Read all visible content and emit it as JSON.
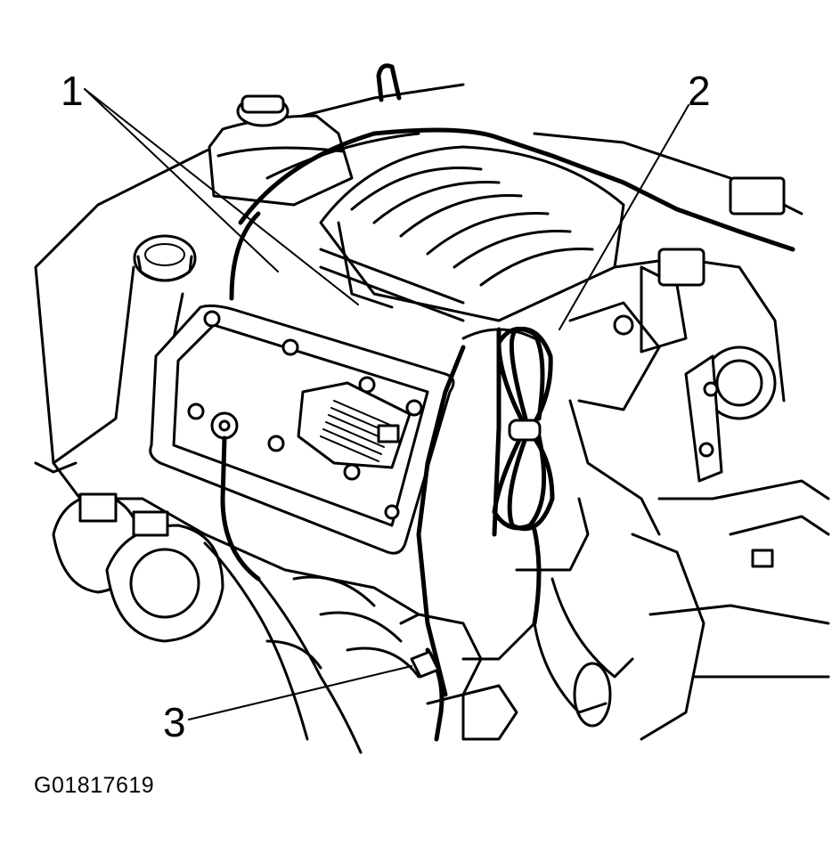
{
  "figure_id": "G01817619",
  "callouts": [
    {
      "id": "callout-1",
      "label": "1"
    },
    {
      "id": "callout-2",
      "label": "2"
    },
    {
      "id": "callout-3",
      "label": "3"
    }
  ],
  "colors": {
    "line": "#000000",
    "background": "#ffffff"
  }
}
